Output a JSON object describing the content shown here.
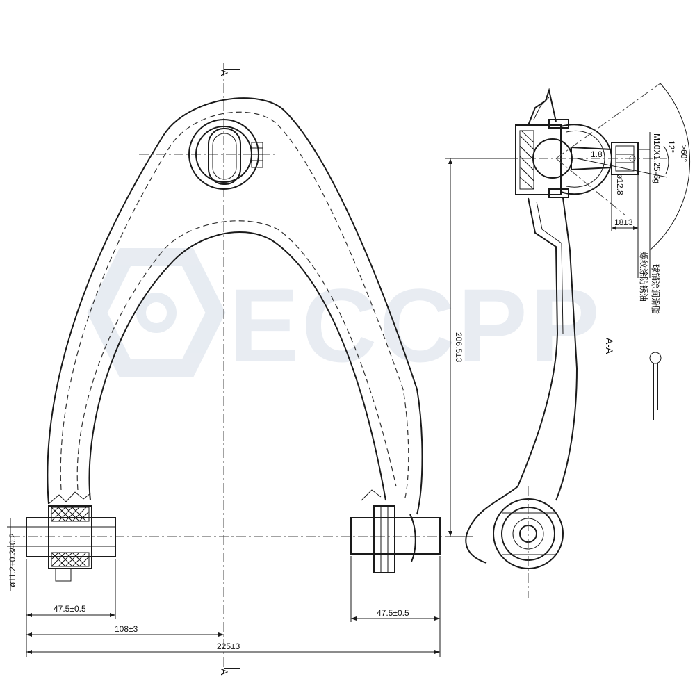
{
  "watermark": {
    "text": "ECCPP",
    "color": "#e8ecf2"
  },
  "section_marks": {
    "top": "A",
    "bottom": "A",
    "view_label": "A-A"
  },
  "dimensions": {
    "bushing_width_left": "47.5±0.5",
    "bushing_width_right": "47.5±0.5",
    "half_span": "108±3",
    "overall_span": "225±3",
    "bushing_bore": "ø11.2+0.3/-0.2",
    "height": "206.5±3",
    "ball_offset": "1.8",
    "thread": "M10X1.25-6g",
    "stud_diameter": "ø12.8",
    "stud_length": "18±3",
    "cone_angle": "12°",
    "swing_angle": ">60°",
    "note_cn_1": "螺纹涂防锈油",
    "note_cn_2": "球销涂润滑脂"
  }
}
